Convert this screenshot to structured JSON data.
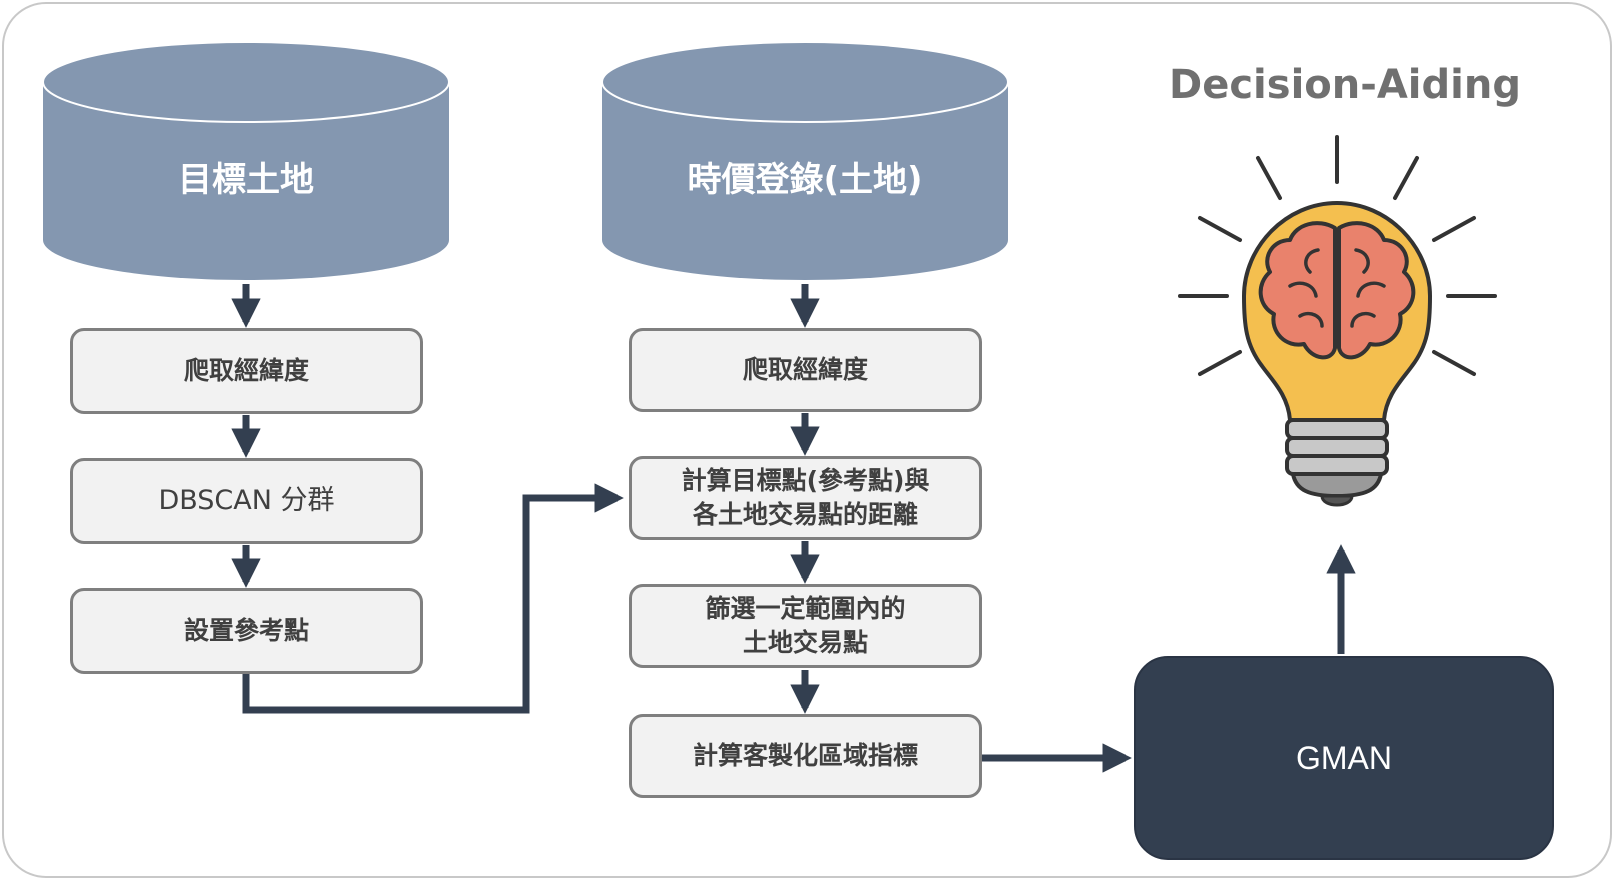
{
  "title": "Decision-Aiding",
  "left_column": {
    "database": "目標土地",
    "steps": [
      "爬取經緯度",
      "DBSCAN 分群",
      "設置參考點"
    ]
  },
  "middle_column": {
    "database": "時價登錄(土地)",
    "steps": [
      "爬取經緯度",
      "計算目標點(參考點)與\n各土地交易點的距離",
      "篩選一定範圍內的\n土地交易點",
      "計算客製化區域指標"
    ]
  },
  "model": "GMAN",
  "colors": {
    "cylinder": "#8497b0",
    "box_fill": "#f2f2f2",
    "box_border": "#7f7f7f",
    "arrow": "#333f50",
    "model_fill": "#333f50",
    "bulb": "#f4bf4f",
    "brain": "#e9826c"
  },
  "icons": [
    "lightbulb-brain-icon"
  ]
}
